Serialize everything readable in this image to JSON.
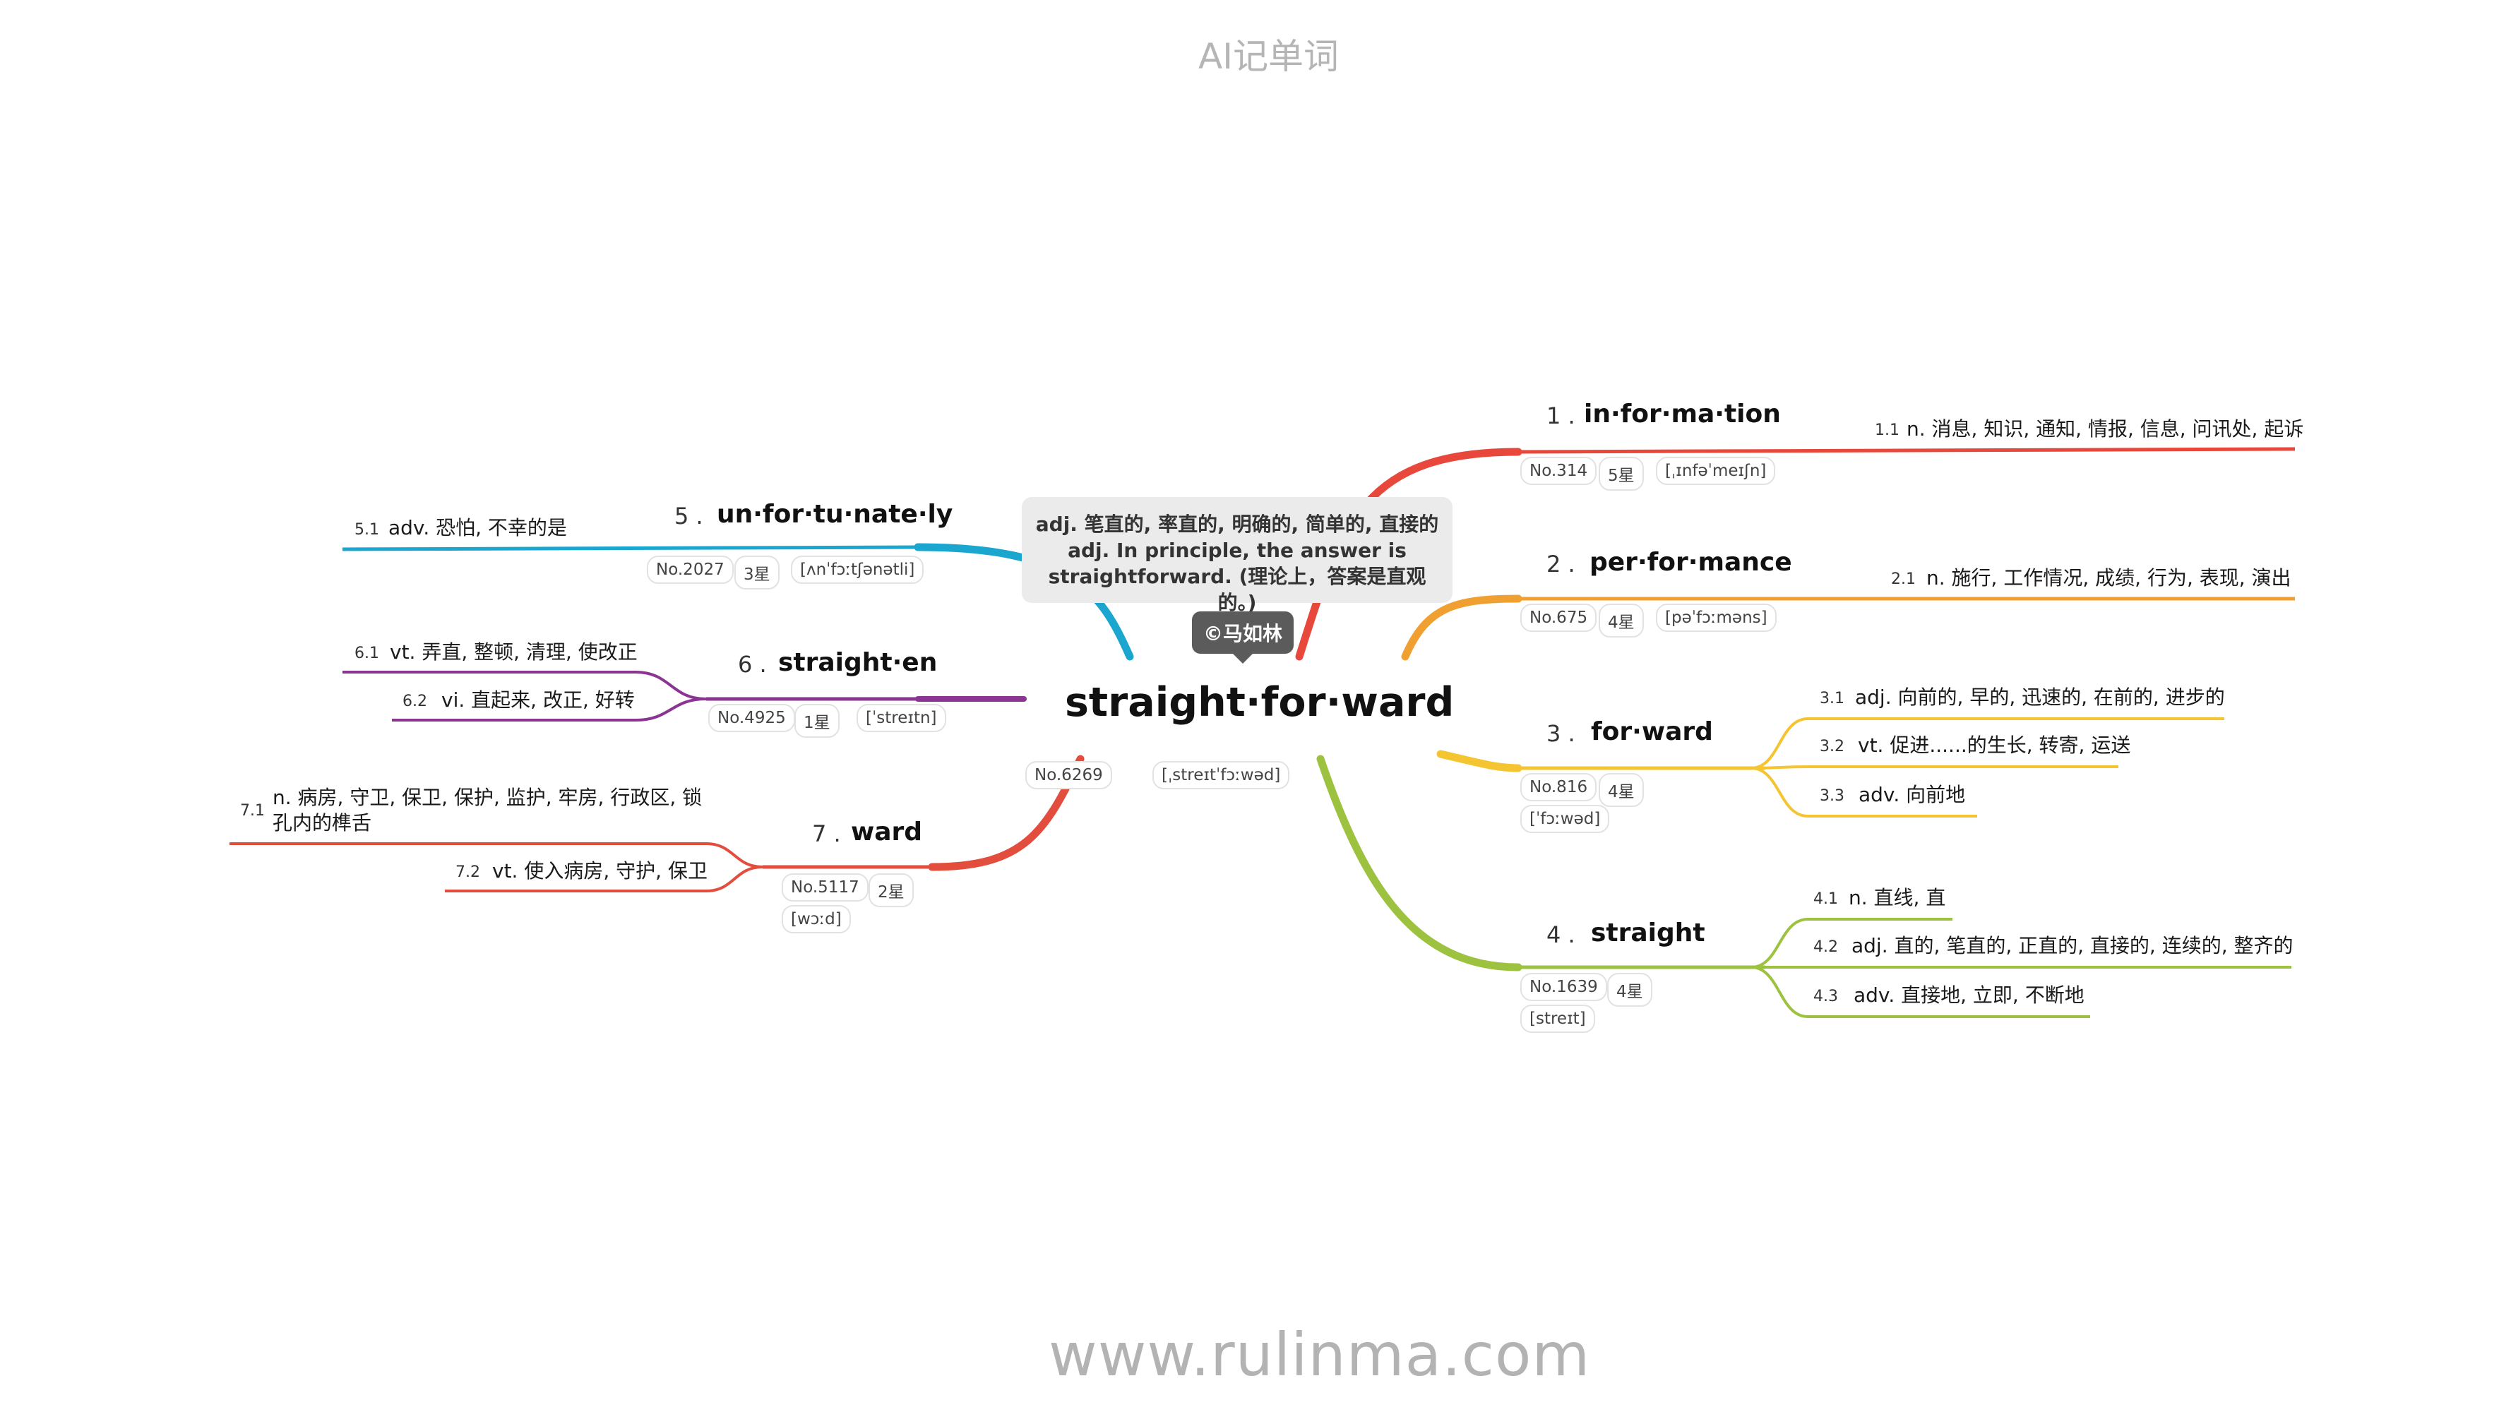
{
  "app_title": "AI记单词",
  "footer": "www.rulinma.com",
  "copyright": "©马如林",
  "callout": {
    "line1": "adj. 笔直的, 率直的, 明确的, 简单的, 直接的",
    "line2": "adj. In principle, the answer is",
    "line3": "straightforward. (理论上，答案是直观的。)"
  },
  "center": {
    "word": "straight·for·ward",
    "no": "No.6269",
    "ipa": "[ˌstreɪtˈfɔːwəd]"
  },
  "colors": {
    "red": "#e8483b",
    "orange": "#f0a030",
    "yellow": "#f5c431",
    "green": "#9cc23f",
    "blue": "#1aa6cf",
    "purple": "#8a3592",
    "red2": "#e24d3d"
  },
  "branches": [
    {
      "num": "1 .",
      "word": "in·for·ma·tion",
      "no": "No.314",
      "stars": "5星",
      "ipa": "[ˌɪnfəˈmeɪʃn]",
      "subs": [
        {
          "num": "1.1",
          "text": "n. 消息, 知识, 通知, 情报, 信息, 问讯处, 起诉"
        }
      ]
    },
    {
      "num": "2 .",
      "word": "per·for·mance",
      "no": "No.675",
      "stars": "4星",
      "ipa": "[pəˈfɔːməns]",
      "subs": [
        {
          "num": "2.1",
          "text": "n. 施行, 工作情况, 成绩, 行为, 表现, 演出"
        }
      ]
    },
    {
      "num": "3 .",
      "word": "for·ward",
      "no": "No.816",
      "stars": "4星",
      "ipa": "[ˈfɔːwəd]",
      "subs": [
        {
          "num": "3.1",
          "text": "adj. 向前的, 早的, 迅速的, 在前的, 进步的"
        },
        {
          "num": "3.2",
          "text": "vt. 促进......的生长, 转寄, 运送"
        },
        {
          "num": "3.3",
          "text": "adv. 向前地"
        }
      ]
    },
    {
      "num": "4 .",
      "word": "straight",
      "no": "No.1639",
      "stars": "4星",
      "ipa": "[streɪt]",
      "subs": [
        {
          "num": "4.1",
          "text": "n. 直线, 直"
        },
        {
          "num": "4.2",
          "text": "adj. 直的, 笔直的, 正直的, 直接的, 连续的, 整齐的"
        },
        {
          "num": "4.3",
          "text": "adv. 直接地, 立即, 不断地"
        }
      ]
    },
    {
      "num": "5 .",
      "word": "un·for·tu·nate·ly",
      "no": "No.2027",
      "stars": "3星",
      "ipa": "[ʌnˈfɔːtʃənətli]",
      "subs": [
        {
          "num": "5.1",
          "text": "adv. 恐怕, 不幸的是"
        }
      ]
    },
    {
      "num": "6 .",
      "word": "straight·en",
      "no": "No.4925",
      "stars": "1星",
      "ipa": "[ˈstreɪtn]",
      "subs": [
        {
          "num": "6.1",
          "text": "vt. 弄直, 整顿, 清理, 使改正"
        },
        {
          "num": "6.2",
          "text": "vi. 直起来, 改正, 好转"
        }
      ]
    },
    {
      "num": "7 .",
      "word": "ward",
      "no": "No.5117",
      "stars": "2星",
      "ipa": "[wɔːd]",
      "subs": [
        {
          "num": "7.1",
          "text": "n. 病房, 守卫, 保卫, 保护, 监护, 牢房, 行政区, 锁孔内的榫舌"
        },
        {
          "num": "7.2",
          "text": "vt. 使入病房, 守护, 保卫"
        }
      ]
    }
  ]
}
